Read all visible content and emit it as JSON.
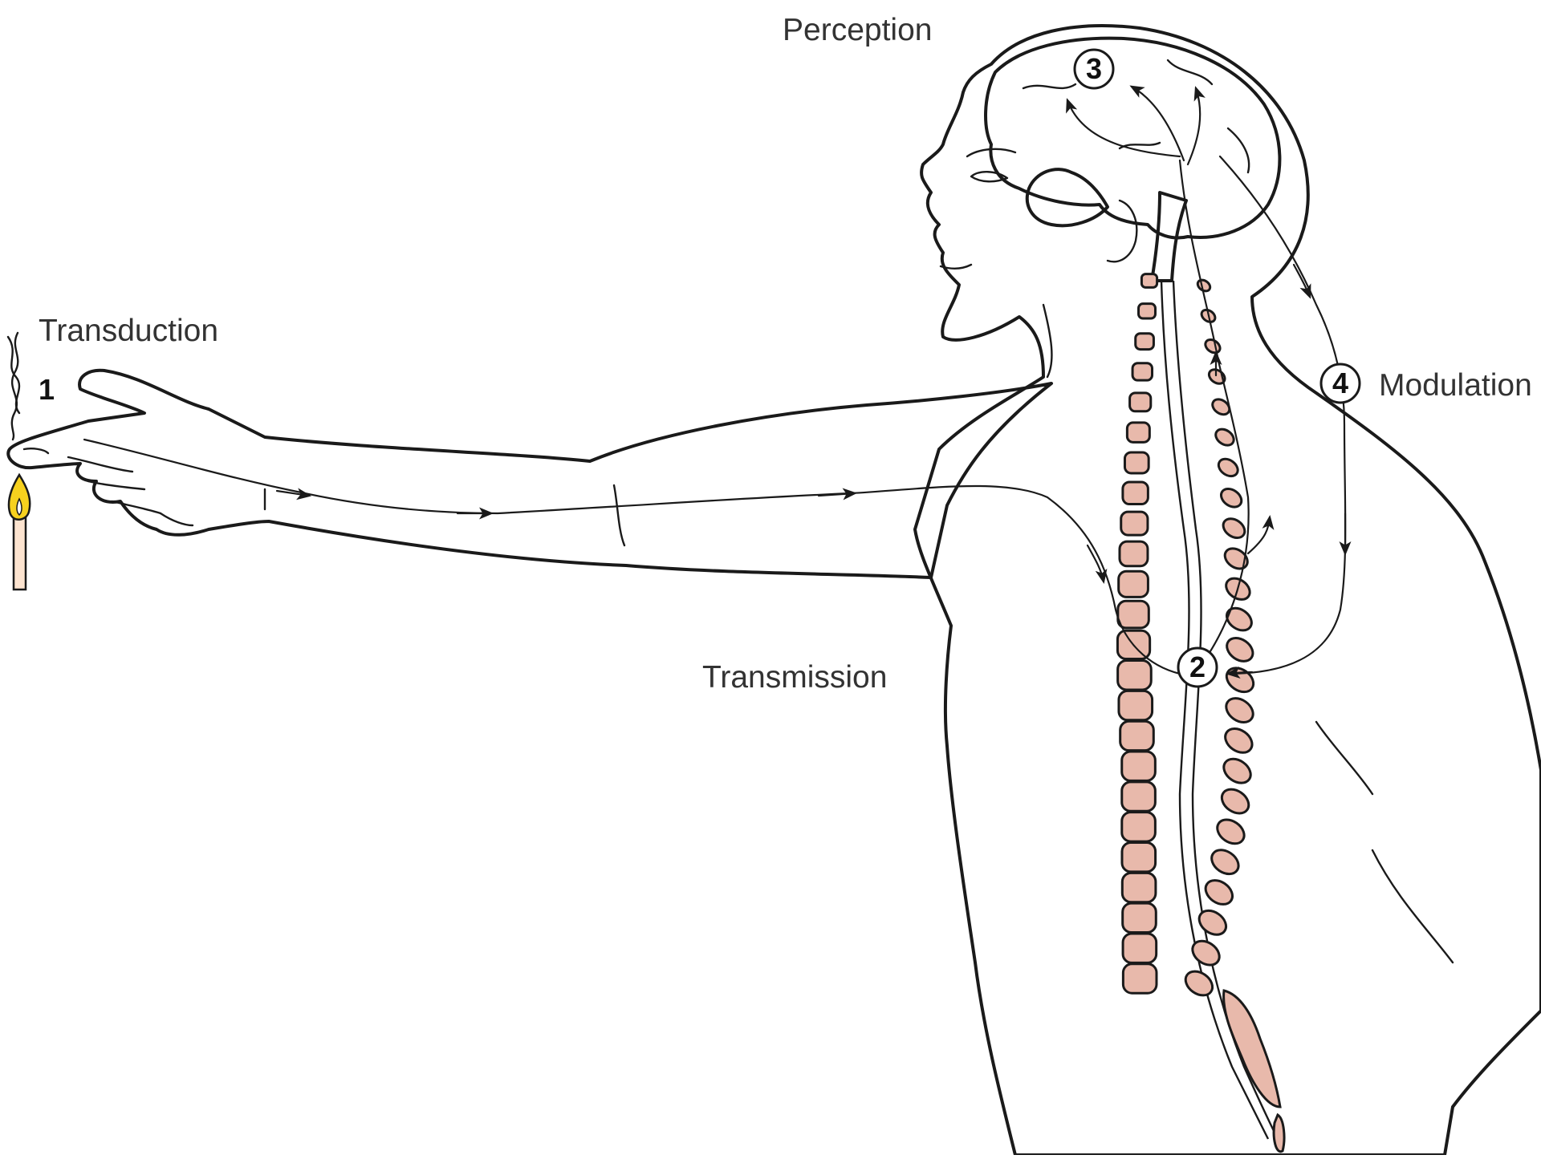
{
  "diagram": {
    "labels": {
      "perception": "Perception",
      "transduction": "Transduction",
      "modulation": "Modulation",
      "transmission": "Transmission"
    },
    "steps": {
      "step1": "1",
      "step2": "2",
      "step3": "3",
      "step4": "4"
    },
    "colors": {
      "skin": "#fde4d0",
      "brain": "#f7c4c0",
      "vertebra": "#e8b9ab",
      "flame": "#f7d11e",
      "outline": "#1a1a1a",
      "label_text": "#333333"
    },
    "icons": [
      "flame-icon",
      "match-icon",
      "smoke-icon"
    ]
  }
}
